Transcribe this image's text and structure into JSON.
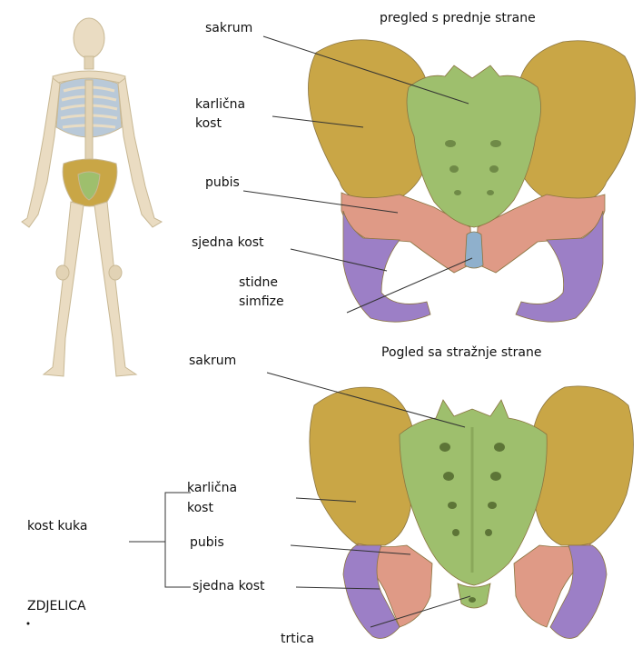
{
  "views": {
    "front": {
      "title": "pregled s prednje strane",
      "labels": {
        "sacrum": "sakrum",
        "ilium_line1": "karlična",
        "ilium_line2": "kost",
        "pubis": "pubis",
        "ischium": "sjedna kost",
        "symphysis_line1": "stidne",
        "symphysis_line2": "simfize"
      }
    },
    "back": {
      "title": "Pogled sa stražnje strane",
      "labels": {
        "sacrum": "sakrum",
        "ilium_line1": "karlična",
        "ilium_line2": "kost",
        "pubis": "pubis",
        "ischium": "sjedna kost",
        "coccyx": "trtica"
      }
    }
  },
  "group_label": "kost kuka",
  "caption": "ZDJELICA",
  "colors": {
    "ilium": "#c9a646",
    "sacrum": "#9ebf6d",
    "pubis": "#df9a86",
    "ischium": "#9c7fc6",
    "symphysis": "#8fb0cc",
    "bone": "#eadcc2",
    "rib_cartilage": "#b9c9d8",
    "leader_line": "#333333"
  }
}
